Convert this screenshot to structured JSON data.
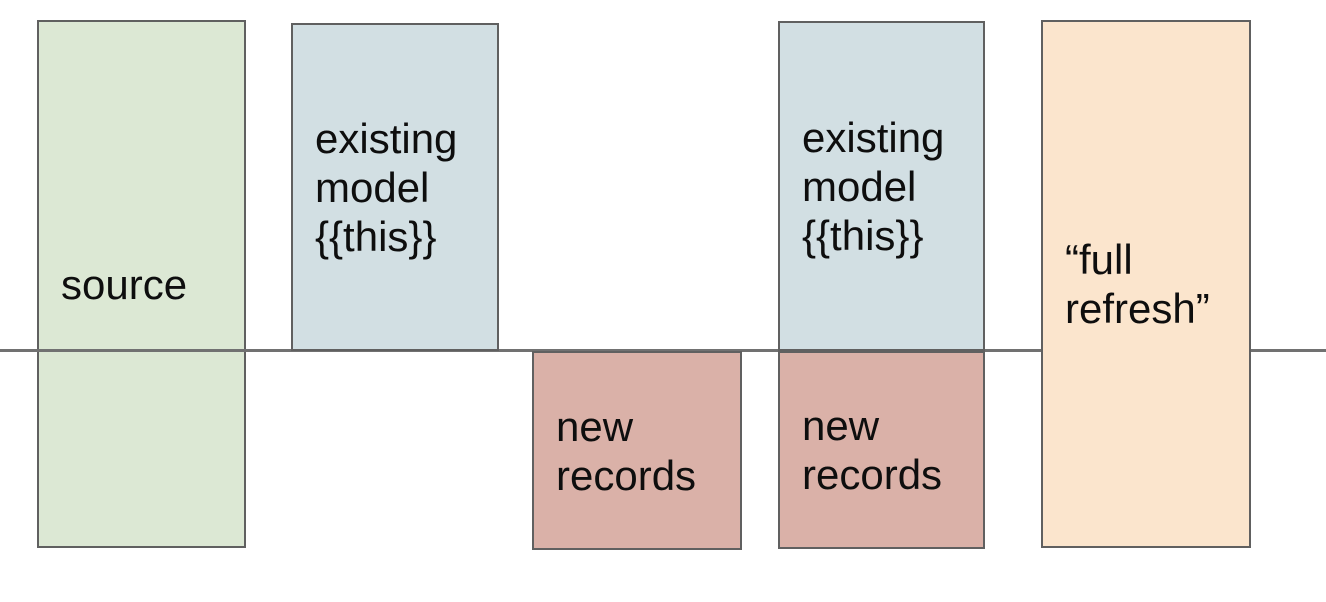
{
  "canvas": {
    "background": "#ffffff"
  },
  "palette": {
    "border": "#606060",
    "text": "#0e0e0e",
    "divider_line": "#717171"
  },
  "divider": {
    "name": "horizontal baseline separating existing data (above) from new data (below)"
  },
  "boxes": {
    "source": {
      "label": "source",
      "fill": "#dce8d4"
    },
    "existing_model_left": {
      "label": "existing model {{this}}",
      "fill": "#d2dfe3"
    },
    "new_records_left": {
      "label": "new records",
      "fill": "#dab1a8"
    },
    "existing_model_right": {
      "label": "existing model {{this}}",
      "fill": "#d2dfe3"
    },
    "new_records_right": {
      "label": "new records",
      "fill": "#dab1a8"
    },
    "full_refresh": {
      "label": "“full refresh”",
      "fill": "#fbe5cd"
    }
  }
}
